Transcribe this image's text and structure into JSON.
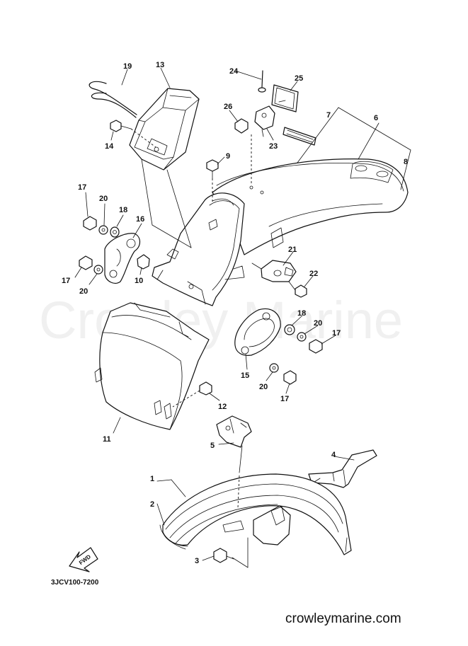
{
  "watermark": "Crowley Marine",
  "website": "crowleymarine.com",
  "diagram_code": "3JCV100-7200",
  "fwd_label": "FWD",
  "callouts": {
    "c1": "1",
    "c2": "2",
    "c3": "3",
    "c4": "4",
    "c5": "5",
    "c6": "6",
    "c7": "7",
    "c8": "8",
    "c9": "9",
    "c10": "10",
    "c11": "11",
    "c12": "12",
    "c13": "13",
    "c14": "14",
    "c15": "15",
    "c16": "16",
    "c17a": "17",
    "c17b": "17",
    "c17c": "17",
    "c17d": "17",
    "c18a": "18",
    "c18b": "18",
    "c19": "19",
    "c20a": "20",
    "c20b": "20",
    "c20c": "20",
    "c20d": "20",
    "c21": "21",
    "c22": "22",
    "c23": "23",
    "c24": "24",
    "c25": "25",
    "c26": "26"
  }
}
